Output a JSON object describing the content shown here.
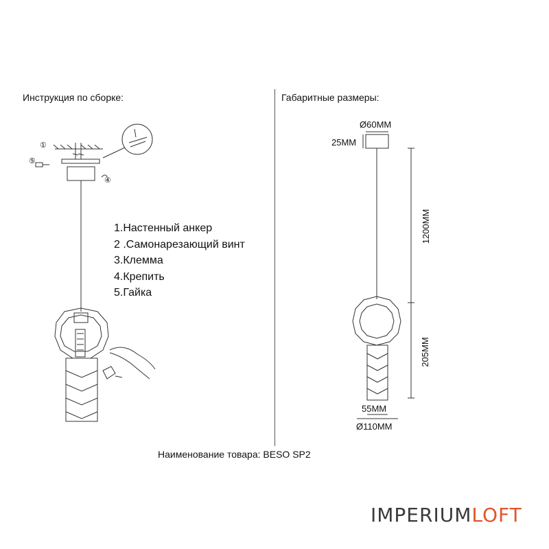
{
  "headers": {
    "assembly": "Инструкция по сборке:",
    "dimensions": "Габаритные размеры:"
  },
  "parts": [
    "1.Настенный анкер",
    "2 .Самонарезающий винт",
    "3.Клемма",
    "4.Крепить",
    "5.Гайка"
  ],
  "callouts": [
    "①",
    "⑤",
    "④"
  ],
  "dimensions": {
    "canopy_diameter": "Ø60MM",
    "canopy_height": "25MM",
    "cable_length": "1200MM",
    "lamp_height": "205MM",
    "cylinder_width": "55MM",
    "ring_diameter": "Ø110MM"
  },
  "product": "Наименование товара: BESO SP2",
  "brand": {
    "part1": "IMPERIUM",
    "part2": "LOFT",
    "color1": "#3a3a3a",
    "color2": "#e2542a"
  }
}
